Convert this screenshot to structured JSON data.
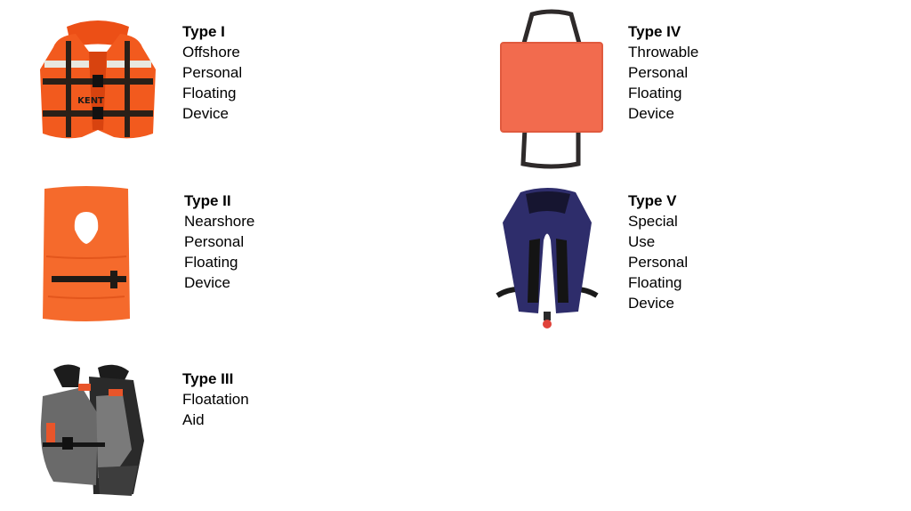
{
  "devices": [
    {
      "title": "Type I",
      "description": "Offshore Personal Floating Device",
      "illustration": "offshore-vest-icon",
      "primary_color": "#f25a1e"
    },
    {
      "title": "Type II",
      "description": "Nearshore Personal Floating Device",
      "illustration": "horse-collar-vest-icon",
      "primary_color": "#f56a2c"
    },
    {
      "title": "Type III",
      "description": "Floatation Aid",
      "illustration": "floatation-aid-vest-icon",
      "primary_color": "#6a6a6a"
    },
    {
      "title": "Type IV",
      "description": "Throwable Personal Floating Device",
      "illustration": "throwable-cushion-icon",
      "primary_color": "#f26b4e"
    },
    {
      "title": "Type V",
      "description": "Special Use Personal Floating Device",
      "illustration": "inflatable-vest-icon",
      "primary_color": "#2e2d6b"
    }
  ],
  "illustration_text": {
    "type1_brand": "KENT"
  }
}
